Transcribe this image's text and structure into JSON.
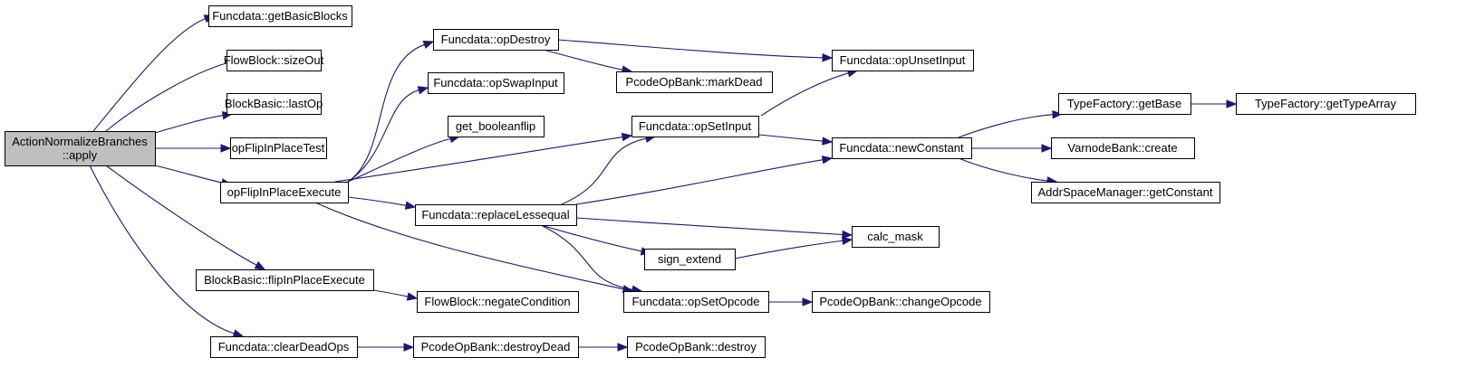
{
  "diagram": {
    "type": "call-graph",
    "colors": {
      "edge": "#191970",
      "node_fill": "#ffffff",
      "root_fill": "#bfbfbf",
      "node_border": "#000000"
    },
    "nodes": [
      {
        "id": "root",
        "lines": [
          "ActionNormalizeBranches",
          "::apply"
        ],
        "root": true
      },
      {
        "id": "getBasicBlocks",
        "lines": [
          "Funcdata::getBasicBlocks"
        ]
      },
      {
        "id": "sizeOut",
        "lines": [
          "FlowBlock::sizeOut"
        ]
      },
      {
        "id": "lastOp",
        "lines": [
          "BlockBasic::lastOp"
        ]
      },
      {
        "id": "opFlipInPlaceTest",
        "lines": [
          "opFlipInPlaceTest"
        ]
      },
      {
        "id": "opFlipInPlaceExecute",
        "lines": [
          "opFlipInPlaceExecute"
        ]
      },
      {
        "id": "flipInPlaceExecute",
        "lines": [
          "BlockBasic::flipInPlaceExecute"
        ]
      },
      {
        "id": "clearDeadOps",
        "lines": [
          "Funcdata::clearDeadOps"
        ]
      },
      {
        "id": "opDestroy",
        "lines": [
          "Funcdata::opDestroy"
        ]
      },
      {
        "id": "opSwapInput",
        "lines": [
          "Funcdata::opSwapInput"
        ]
      },
      {
        "id": "get_booleanflip",
        "lines": [
          "get_booleanflip"
        ]
      },
      {
        "id": "replaceLessequal",
        "lines": [
          "Funcdata::replaceLessequal"
        ]
      },
      {
        "id": "negateCondition",
        "lines": [
          "FlowBlock::negateCondition"
        ]
      },
      {
        "id": "destroyDead",
        "lines": [
          "PcodeOpBank::destroyDead"
        ]
      },
      {
        "id": "markDead",
        "lines": [
          "PcodeOpBank::markDead"
        ]
      },
      {
        "id": "opSetInput",
        "lines": [
          "Funcdata::opSetInput"
        ]
      },
      {
        "id": "sign_extend",
        "lines": [
          "sign_extend"
        ]
      },
      {
        "id": "opSetOpcode",
        "lines": [
          "Funcdata::opSetOpcode"
        ]
      },
      {
        "id": "destroy",
        "lines": [
          "PcodeOpBank::destroy"
        ]
      },
      {
        "id": "opUnsetInput",
        "lines": [
          "Funcdata::opUnsetInput"
        ]
      },
      {
        "id": "newConstant",
        "lines": [
          "Funcdata::newConstant"
        ]
      },
      {
        "id": "calc_mask",
        "lines": [
          "calc_mask"
        ]
      },
      {
        "id": "changeOpcode",
        "lines": [
          "PcodeOpBank::changeOpcode"
        ]
      },
      {
        "id": "getBase",
        "lines": [
          "TypeFactory::getBase"
        ]
      },
      {
        "id": "create",
        "lines": [
          "VarnodeBank::create"
        ]
      },
      {
        "id": "getConstant",
        "lines": [
          "AddrSpaceManager::getConstant"
        ]
      },
      {
        "id": "getTypeArray",
        "lines": [
          "TypeFactory::getTypeArray"
        ]
      }
    ],
    "edges": [
      {
        "from": "root",
        "to": "getBasicBlocks"
      },
      {
        "from": "root",
        "to": "sizeOut"
      },
      {
        "from": "root",
        "to": "lastOp"
      },
      {
        "from": "root",
        "to": "opFlipInPlaceTest"
      },
      {
        "from": "root",
        "to": "opFlipInPlaceExecute"
      },
      {
        "from": "root",
        "to": "flipInPlaceExecute"
      },
      {
        "from": "root",
        "to": "clearDeadOps"
      },
      {
        "from": "opFlipInPlaceExecute",
        "to": "opDestroy"
      },
      {
        "from": "opFlipInPlaceExecute",
        "to": "opSwapInput"
      },
      {
        "from": "opFlipInPlaceExecute",
        "to": "get_booleanflip"
      },
      {
        "from": "opFlipInPlaceExecute",
        "to": "opSetInput"
      },
      {
        "from": "opFlipInPlaceExecute",
        "to": "replaceLessequal"
      },
      {
        "from": "opFlipInPlaceExecute",
        "to": "opSetOpcode"
      },
      {
        "from": "flipInPlaceExecute",
        "to": "negateCondition"
      },
      {
        "from": "clearDeadOps",
        "to": "destroyDead"
      },
      {
        "from": "destroyDead",
        "to": "destroy"
      },
      {
        "from": "opDestroy",
        "to": "opUnsetInput"
      },
      {
        "from": "opDestroy",
        "to": "markDead"
      },
      {
        "from": "opSetInput",
        "to": "opUnsetInput"
      },
      {
        "from": "opSetInput",
        "to": "newConstant"
      },
      {
        "from": "replaceLessequal",
        "to": "opSetInput"
      },
      {
        "from": "replaceLessequal",
        "to": "newConstant"
      },
      {
        "from": "replaceLessequal",
        "to": "calc_mask"
      },
      {
        "from": "replaceLessequal",
        "to": "sign_extend"
      },
      {
        "from": "replaceLessequal",
        "to": "opSetOpcode"
      },
      {
        "from": "sign_extend",
        "to": "calc_mask"
      },
      {
        "from": "opSetOpcode",
        "to": "changeOpcode"
      },
      {
        "from": "newConstant",
        "to": "getBase"
      },
      {
        "from": "newConstant",
        "to": "create"
      },
      {
        "from": "newConstant",
        "to": "getConstant"
      },
      {
        "from": "getBase",
        "to": "getTypeArray"
      }
    ]
  }
}
